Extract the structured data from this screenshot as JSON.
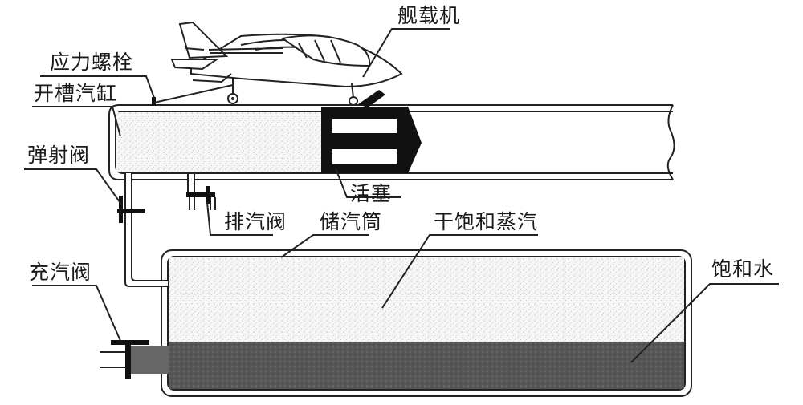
{
  "labels": {
    "aircraft": "舰载机",
    "stress_bolt": "应力螺栓",
    "slotted_cylinder": "开槽汽缸",
    "launch_valve": "弹射阀",
    "piston": "活塞",
    "exhaust_valve": "排汽阀",
    "steam_tank": "储汽筒",
    "dry_saturated_steam": "干饱和蒸汽",
    "charging_valve": "充汽阀",
    "saturated_water": "饱和水"
  },
  "colors": {
    "outline": "#222222",
    "steam_fill": "#f4f4f4",
    "water_fill": "#555555",
    "piston_fill": "#111111"
  }
}
